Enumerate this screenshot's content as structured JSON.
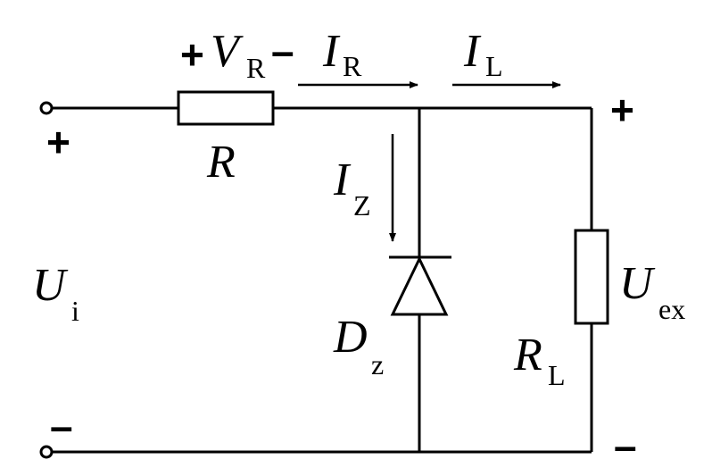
{
  "diagram": {
    "source": {
      "symbol": "U",
      "sub": "i",
      "plus": "+",
      "minus": "–"
    },
    "resistor": {
      "symbol": "R"
    },
    "resistor_voltage": {
      "plus": "+",
      "symbol": "V",
      "sub": "R",
      "minus": "–"
    },
    "current_r": {
      "symbol": "I",
      "sub": "R"
    },
    "current_l": {
      "symbol": "I",
      "sub": "L"
    },
    "current_z": {
      "symbol": "I",
      "sub": "Z"
    },
    "zener": {
      "symbol": "D",
      "sub": "z"
    },
    "load": {
      "symbol": "R",
      "sub": "L"
    },
    "output": {
      "symbol": "U",
      "sub": "ex",
      "plus": "+",
      "minus": "–"
    }
  }
}
